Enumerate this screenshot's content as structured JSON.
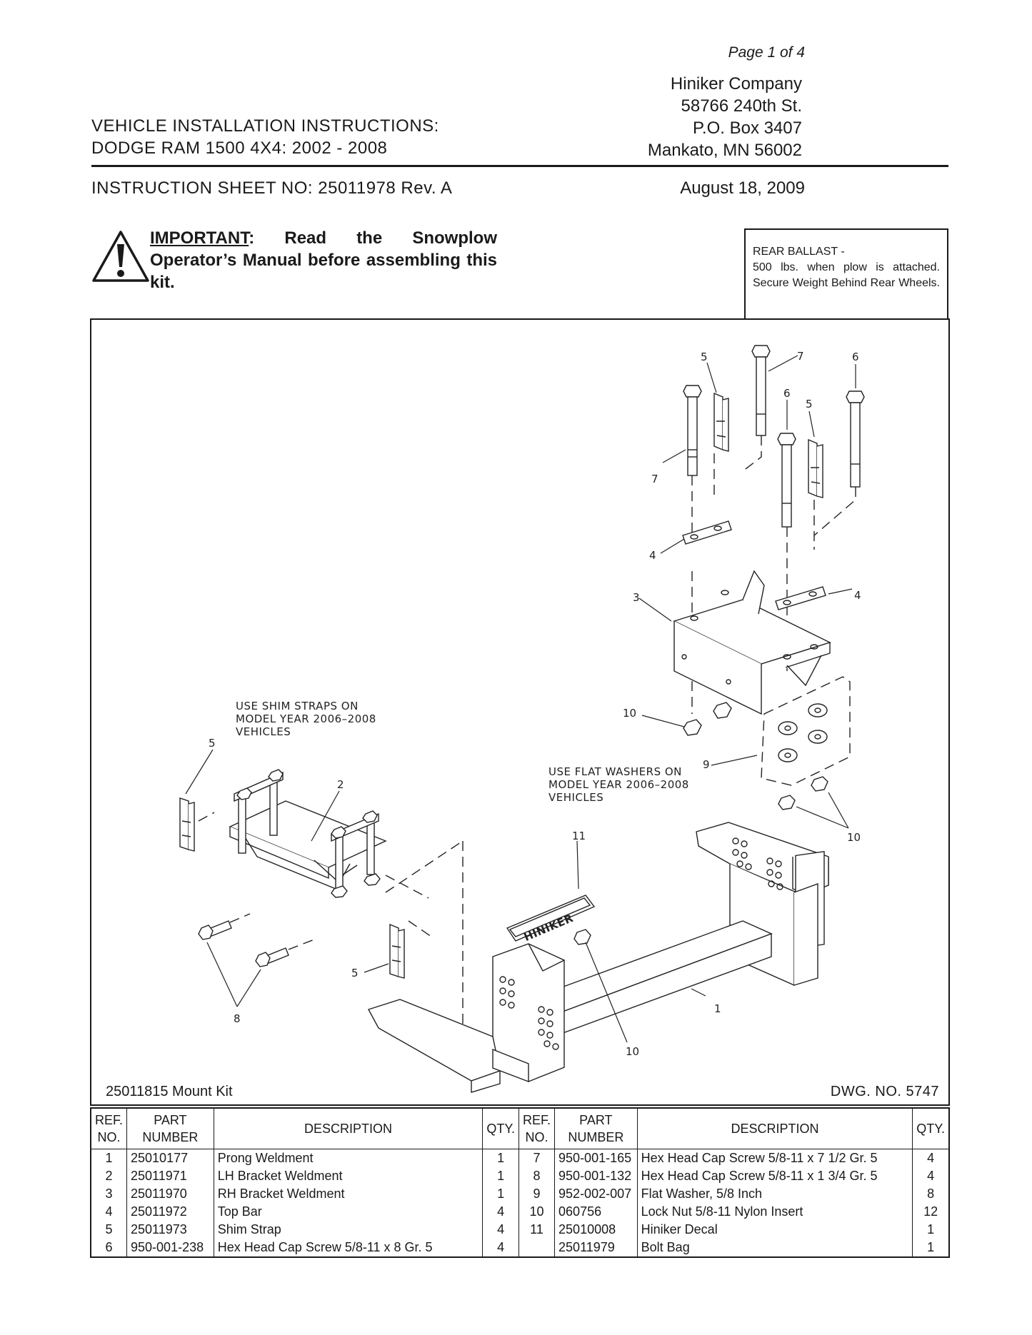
{
  "header": {
    "page": "Page  1 of 4",
    "company": [
      "Hiniker Company",
      "58766 240th St.",
      "P.O. Box 3407",
      "Mankato, MN 56002"
    ],
    "title_line1": "VEHICLE INSTALLATION INSTRUCTIONS:",
    "title_line2": "DODGE RAM 1500 4X4: 2002 - 2008",
    "sheet_no": "INSTRUCTION SHEET NO: 25011978 Rev. A",
    "date": "August 18, 2009"
  },
  "warning": {
    "important": "IMPORTANT",
    "text": ": Read the Snowplow Operator’s Manual before assembling this kit."
  },
  "ballast": {
    "heading": "REAR BALLAST -",
    "body": "500 lbs. when plow is attached. Secure Weight Behind Rear Wheels."
  },
  "drawing": {
    "note_shim": [
      "USE SHIM STRAPS ON",
      "MODEL YEAR 2006–2008",
      "VEHICLES"
    ],
    "note_washers": [
      "USE FLAT WASHERS ON",
      "MODEL YEAR 2006–2008",
      "VEHICLES"
    ],
    "decal_text": "HINIKER",
    "callouts": {
      "c1": "1",
      "c2": "2",
      "c3": "3",
      "c4a": "4",
      "c4b": "4",
      "c5a": "5",
      "c5b": "5",
      "c5c": "5",
      "c5d": "5",
      "c6a": "6",
      "c6b": "6",
      "c7a": "7",
      "c7b": "7",
      "c8": "8",
      "c9": "9",
      "c10a": "10",
      "c10b": "10",
      "c10c": "10",
      "c11": "11"
    },
    "kit_label": "25011815 Mount Kit",
    "dwg_label": "DWG. NO. 5747"
  },
  "parts_table": {
    "headers": {
      "ref_l1": "REF.",
      "ref_l2": "NO.",
      "part_l1": "PART",
      "part_l2": "NUMBER",
      "description": "DESCRIPTION",
      "qty": "QTY."
    },
    "rows": [
      {
        "ref": "1",
        "part": "25010177",
        "desc": "Prong Weldment",
        "qty": "1",
        "ref2": "7",
        "part2": "950-001-165",
        "desc2": "Hex Head Cap Screw 5/8-11 x 7 1/2 Gr. 5",
        "qty2": "4"
      },
      {
        "ref": "2",
        "part": "25011971",
        "desc": "LH Bracket Weldment",
        "qty": "1",
        "ref2": "8",
        "part2": "950-001-132",
        "desc2": "Hex Head Cap Screw 5/8-11 x 1 3/4 Gr. 5",
        "qty2": "4"
      },
      {
        "ref": "3",
        "part": "25011970",
        "desc": "RH Bracket Weldment",
        "qty": "1",
        "ref2": "9",
        "part2": "952-002-007",
        "desc2": "Flat Washer, 5/8 Inch",
        "qty2": "8"
      },
      {
        "ref": "4",
        "part": "25011972",
        "desc": "Top Bar",
        "qty": "4",
        "ref2": "10",
        "part2": "060756",
        "desc2": "Lock Nut 5/8-11 Nylon Insert",
        "qty2": "12"
      },
      {
        "ref": "5",
        "part": "25011973",
        "desc": "Shim Strap",
        "qty": "4",
        "ref2": "11",
        "part2": "25010008",
        "desc2": "Hiniker Decal",
        "qty2": "1"
      },
      {
        "ref": "6",
        "part": "950-001-238",
        "desc": "Hex Head Cap Screw 5/8-11 x 8 Gr. 5",
        "qty": "4",
        "ref2": "",
        "part2": "25011979",
        "desc2": "Bolt Bag",
        "qty2": "1"
      }
    ]
  }
}
